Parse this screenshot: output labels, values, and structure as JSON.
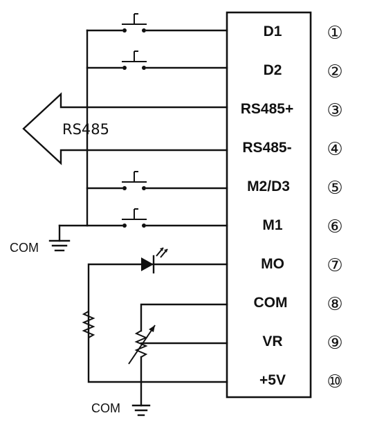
{
  "terminals": [
    {
      "label": "D1",
      "number": "①"
    },
    {
      "label": "D2",
      "number": "②"
    },
    {
      "label": "RS485+",
      "number": "③"
    },
    {
      "label": "RS485-",
      "number": "④"
    },
    {
      "label": "M2/D3",
      "number": "⑤"
    },
    {
      "label": "M1",
      "number": "⑥"
    },
    {
      "label": "MO",
      "number": "⑦"
    },
    {
      "label": "COM",
      "number": "⑧"
    },
    {
      "label": "VR",
      "number": "⑨"
    },
    {
      "label": "+5V",
      "number": "⑩"
    }
  ],
  "bus_label": "RS485",
  "ground_labels": {
    "left": "COM",
    "bottom": "COM"
  }
}
